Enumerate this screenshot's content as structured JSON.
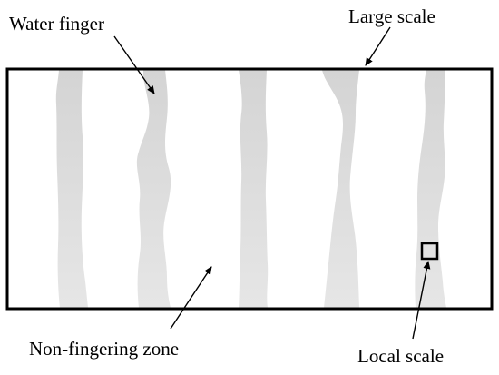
{
  "labels": {
    "water_finger": "Water finger",
    "large_scale": "Large scale",
    "non_fingering_zone": "Non-fingering zone",
    "local_scale": "Local scale"
  },
  "colors": {
    "background": "#ffffff",
    "border": "#000000",
    "finger_top": "#d4d4d4",
    "finger_bottom": "#e6e6e6",
    "text": "#000000"
  },
  "finger_count": 5
}
